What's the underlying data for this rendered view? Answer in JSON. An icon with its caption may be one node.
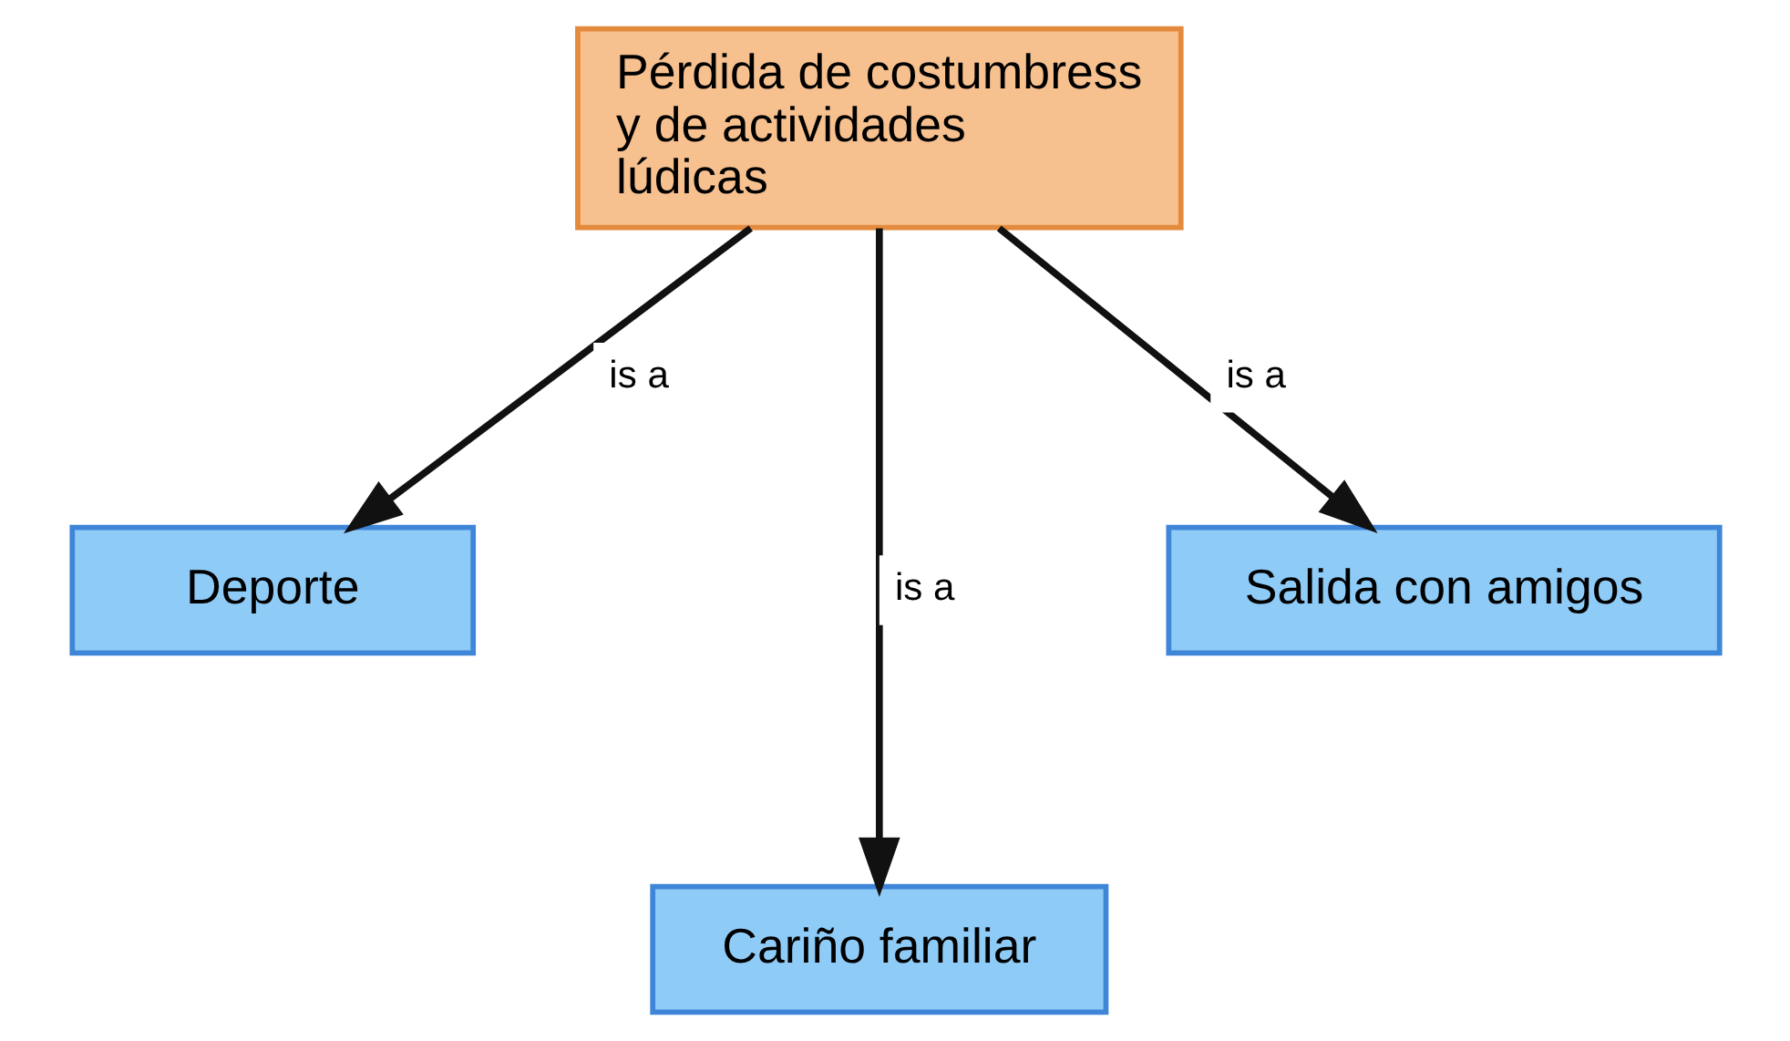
{
  "diagram": {
    "nodes": [
      {
        "text": [
          "Pérdida de costumbress y de actividades lúdicas"
        ]
      },
      {
        "text": [
          "Deporte"
        ]
      },
      {
        "text": [
          "Salida con amigos"
        ]
      },
      {
        "text": [
          "Cariño familiar"
        ]
      }
    ],
    "edges": [
      {
        "from": 0,
        "to": 1,
        "arrow": "to",
        "label": "is a"
      },
      {
        "from": 0,
        "to": 3,
        "arrow": "to",
        "label": "is a"
      },
      {
        "from": 0,
        "to": 2,
        "arrow": "to",
        "label": "is a"
      }
    ]
  }
}
